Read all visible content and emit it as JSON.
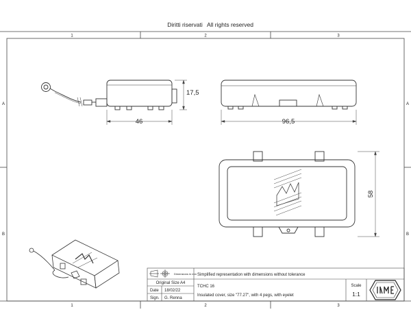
{
  "header": {
    "rights_it": "Diritti riservati",
    "rights_en": "All rights reserved"
  },
  "frame": {
    "col_labels": [
      "1",
      "2",
      "3"
    ],
    "row_labels": [
      "A",
      "B"
    ]
  },
  "dimensions": {
    "side_length": "46",
    "side_height": "17,5",
    "front_length": "96,5",
    "top_width": "58"
  },
  "title_block": {
    "symbols_note": "Dimensions in mm",
    "note": "Simplified representation with dimensions without tolerance",
    "original_size": "Original Size A4",
    "date_label": "Date",
    "date_value": "18/02/22",
    "sign_label": "Sign.",
    "sign_value": "G. Renna",
    "code": "TCHC 16",
    "description": "Insulated cover, size \"77.27\", with 4 pegs, with eyelet",
    "scale_label": "Scale",
    "scale_value": "1:1",
    "logo_text": "ILME"
  }
}
